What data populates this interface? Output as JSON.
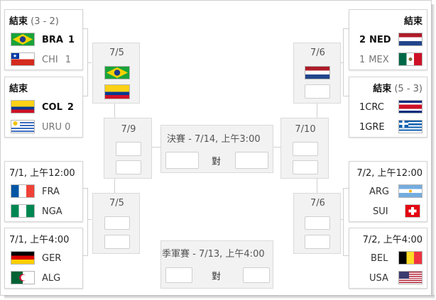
{
  "matches": {
    "bra_chi": {
      "status": "結束",
      "score": "(3 - 2)",
      "team1": {
        "code": "BRA",
        "goals": "1"
      },
      "team2": {
        "code": "CHI",
        "goals": "1"
      }
    },
    "col_uru": {
      "status": "結束",
      "team1": {
        "code": "COL",
        "goals": "2"
      },
      "team2": {
        "code": "URU",
        "goals": "0"
      }
    },
    "fra_nga": {
      "time": "7/1, 上午12:00",
      "team1": {
        "code": "FRA"
      },
      "team2": {
        "code": "NGA"
      }
    },
    "ger_alg": {
      "time": "7/1, 上午4:00",
      "team1": {
        "code": "GER"
      },
      "team2": {
        "code": "ALG"
      }
    },
    "ned_mex": {
      "status": "結束",
      "team1": {
        "code": "NED",
        "goals": "2"
      },
      "team2": {
        "code": "MEX",
        "goals": "1"
      }
    },
    "crc_gre": {
      "status": "結束",
      "score": "(5 - 3)",
      "team1": {
        "code": "CRC",
        "goals": "1"
      },
      "team2": {
        "code": "GRE",
        "goals": "1"
      }
    },
    "arg_sui": {
      "time": "7/2, 上午12:00",
      "team1": {
        "code": "ARG"
      },
      "team2": {
        "code": "SUI"
      }
    },
    "bel_usa": {
      "time": "7/2, 上午4:00",
      "team1": {
        "code": "BEL"
      },
      "team2": {
        "code": "USA"
      }
    }
  },
  "quarterfinals": {
    "left_top": "7/5",
    "left_bottom": "7/5",
    "right_top": "7/6",
    "right_bottom": "7/6"
  },
  "semifinals": {
    "left": "7/9",
    "right": "7/10"
  },
  "final": {
    "label": "決賽 - 7/14, 上午3:00",
    "vs": "對"
  },
  "third_place": {
    "label": "季軍賽 - 7/13, 上午4:00",
    "vs": "對"
  },
  "colors": {
    "line": "#cfcfcf",
    "card_border": "#d4d4d4",
    "card_gray": "#f2f2f2"
  }
}
